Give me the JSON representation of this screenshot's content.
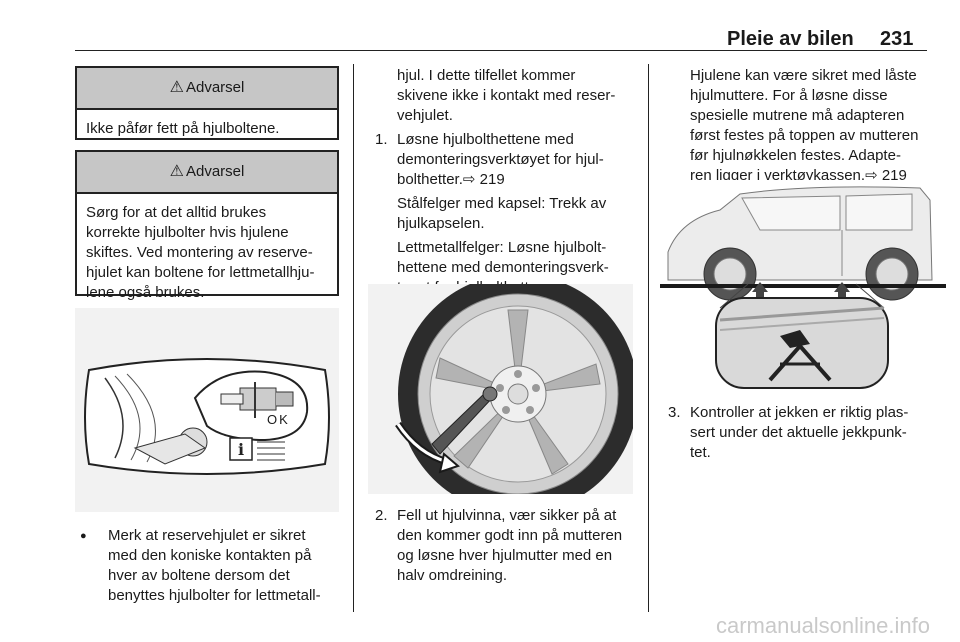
{
  "header": {
    "title": "Pleie av bilen",
    "page": "231"
  },
  "warning1": {
    "title": "Advarsel",
    "text": "Ikke påfør fett på hjulboltene."
  },
  "warning2": {
    "title": "Advarsel",
    "lines": [
      "Sørg for at det alltid brukes",
      "korrekte hjulbolter hvis hjulene",
      "skiftes. Ved montering av reserve-",
      "hjulet kan boltene for lettmetallhju-",
      "lene også brukes."
    ]
  },
  "figure1": {
    "label": "OK"
  },
  "bullet": {
    "symbol": "●",
    "lines": [
      "Merk at reservehjulet er sikret",
      "med den koniske kontakten på",
      "hver av boltene dersom det",
      "benyttes hjulbolter for lettmetall-"
    ]
  },
  "col2": {
    "cont_lines": [
      "hjul. I dette tilfellet kommer",
      "skivene ikke i kontakt med reser-",
      "vehjulet."
    ],
    "step1": {
      "num": "1.",
      "lines": [
        "Løsne hjulbolthettene med",
        "demonteringsverktøyet for hjul-",
        "bolthetter."
      ],
      "ref": "219",
      "sub1": [
        "Stålfelger med kapsel: Trekk av",
        "hjulkapselen."
      ],
      "sub2": [
        "Lettmetallfelger: Løsne hjulbolt-",
        "hettene med demonteringsverk-",
        "tøyet for hjulbolthetter."
      ]
    },
    "step2": {
      "num": "2.",
      "lines": [
        "Fell ut hjulvinna, vær sikker på at",
        "den kommer godt inn på mutteren",
        "og løsne hver hjulmutter med en",
        "halv omdreining."
      ]
    }
  },
  "col3": {
    "lines": [
      "Hjulene kan være sikret med låste",
      "hjulmuttere. For å løsne disse",
      "spesielle mutrene må adapteren",
      "først festes på toppen av mutteren",
      "før hjulnøkkelen festes. Adapte-",
      "ren ligger i verktøykassen."
    ],
    "ref": "219",
    "step3": {
      "num": "3.",
      "lines": [
        "Kontroller at jekken er riktig plas-",
        "sert under det aktuelle jekkpunk-",
        "tet."
      ]
    }
  },
  "ref_symbol": "⇨",
  "warning_symbol": "⚠",
  "watermark": "carmanualsonline.info"
}
